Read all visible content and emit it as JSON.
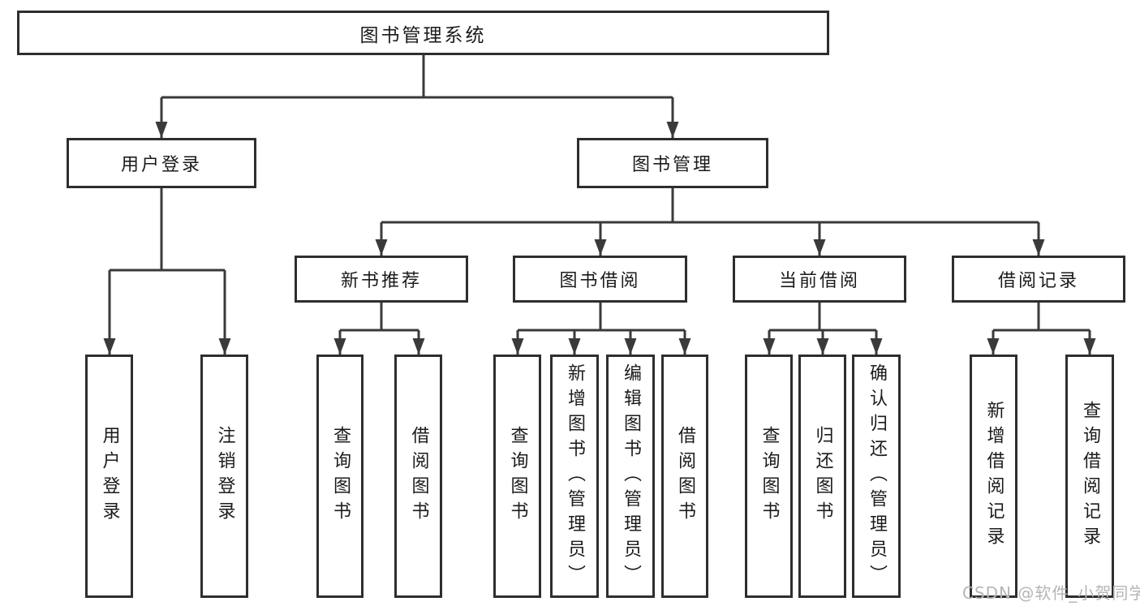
{
  "diagram": {
    "root": {
      "label": "图书管理系统"
    },
    "level2": [
      {
        "id": "user-login",
        "label": "用户登录"
      },
      {
        "id": "book-management",
        "label": "图书管理"
      }
    ],
    "level3": [
      {
        "id": "new-book-recommend",
        "label": "新书推荐",
        "parent": "图书管理"
      },
      {
        "id": "book-borrowing",
        "label": "图书借阅",
        "parent": "图书管理"
      },
      {
        "id": "current-borrowing",
        "label": "当前借阅",
        "parent": "图书管理"
      },
      {
        "id": "borrow-records",
        "label": "借阅记录",
        "parent": "图书管理"
      }
    ],
    "leaves": [
      {
        "label": "用户登录",
        "parent": "用户登录"
      },
      {
        "label": "注销登录",
        "parent": "用户登录"
      },
      {
        "label": "查询图书",
        "parent": "新书推荐"
      },
      {
        "label": "借阅图书",
        "parent": "新书推荐"
      },
      {
        "label": "查询图书",
        "parent": "图书借阅"
      },
      {
        "label": "新增图书（管理员）",
        "parent": "图书借阅"
      },
      {
        "label": "编辑图书（管理员）",
        "parent": "图书借阅"
      },
      {
        "label": "借阅图书",
        "parent": "图书借阅"
      },
      {
        "label": "查询图书",
        "parent": "当前借阅"
      },
      {
        "label": "归还图书",
        "parent": "当前借阅"
      },
      {
        "label": "确认归还（管理员）",
        "parent": "当前借阅"
      },
      {
        "label": "新增借阅记录",
        "parent": "借阅记录"
      },
      {
        "label": "查询借阅记录",
        "parent": "借阅记录"
      }
    ]
  },
  "colors": {
    "line": "#3a3a3a",
    "box_border": "#2e2e2e",
    "text": "#1b1b1b",
    "background": "#ffffff",
    "watermark": "#b5b5b5"
  },
  "watermark": {
    "text": "CSDN @软件_小贺同学"
  }
}
